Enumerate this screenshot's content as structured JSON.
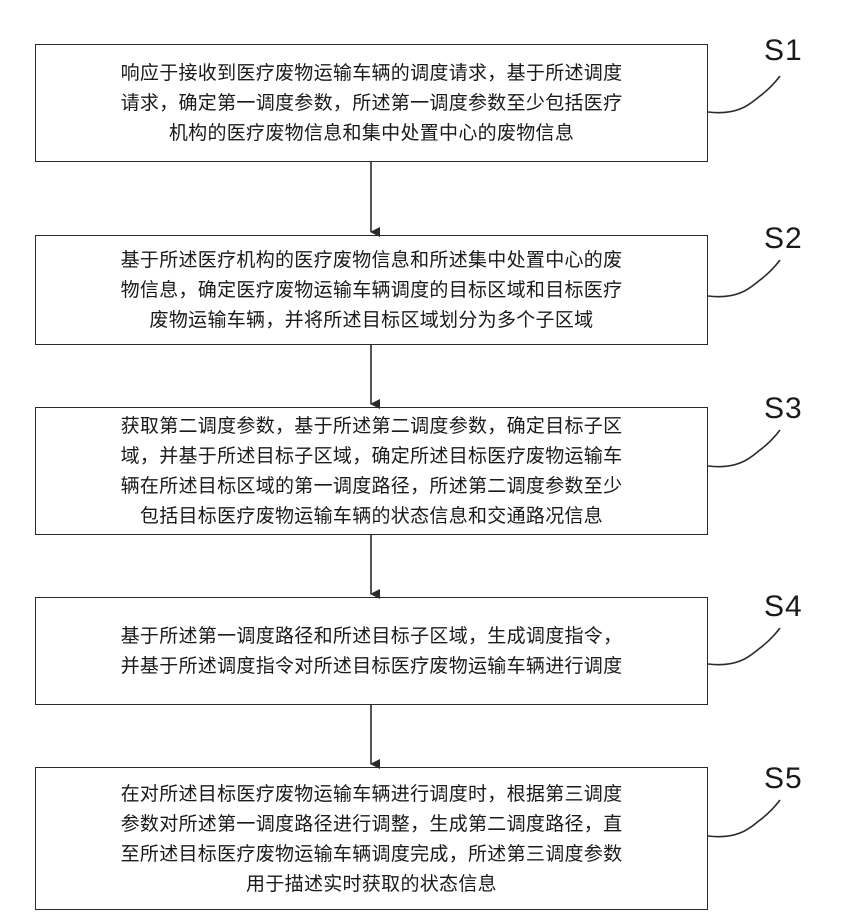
{
  "steps": [
    {
      "label": "S1",
      "text": "响应于接收到医疗废物运输车辆的调度请求，基于所述调度\n请求，确定第一调度参数，所述第一调度参数至少包括医疗\n机构的医疗废物信息和集中处置中心的废物信息"
    },
    {
      "label": "S2",
      "text": "基于所述医疗机构的医疗废物信息和所述集中处置中心的废\n物信息，确定医疗废物运输车辆调度的目标区域和目标医疗\n废物运输车辆，并将所述目标区域划分为多个子区域"
    },
    {
      "label": "S3",
      "text": "获取第二调度参数，基于所述第二调度参数，确定目标子区\n域，并基于所述目标子区域，确定所述目标医疗废物运输车\n辆在所述目标区域的第一调度路径，所述第二调度参数至少\n包括目标医疗废物运输车辆的状态信息和交通路况信息"
    },
    {
      "label": "S4",
      "text": "基于所述第一调度路径和所述目标子区域，生成调度指令，\n并基于所述调度指令对所述目标医疗废物运输车辆进行调度"
    },
    {
      "label": "S5",
      "text": "在对所述目标医疗废物运输车辆进行调度时，根据第三调度\n参数对所述第一调度路径进行调整，生成第二调度路径，直\n至所述目标医疗废物运输车辆调度完成，所述第三调度参数\n用于描述实时获取的状态信息"
    }
  ]
}
